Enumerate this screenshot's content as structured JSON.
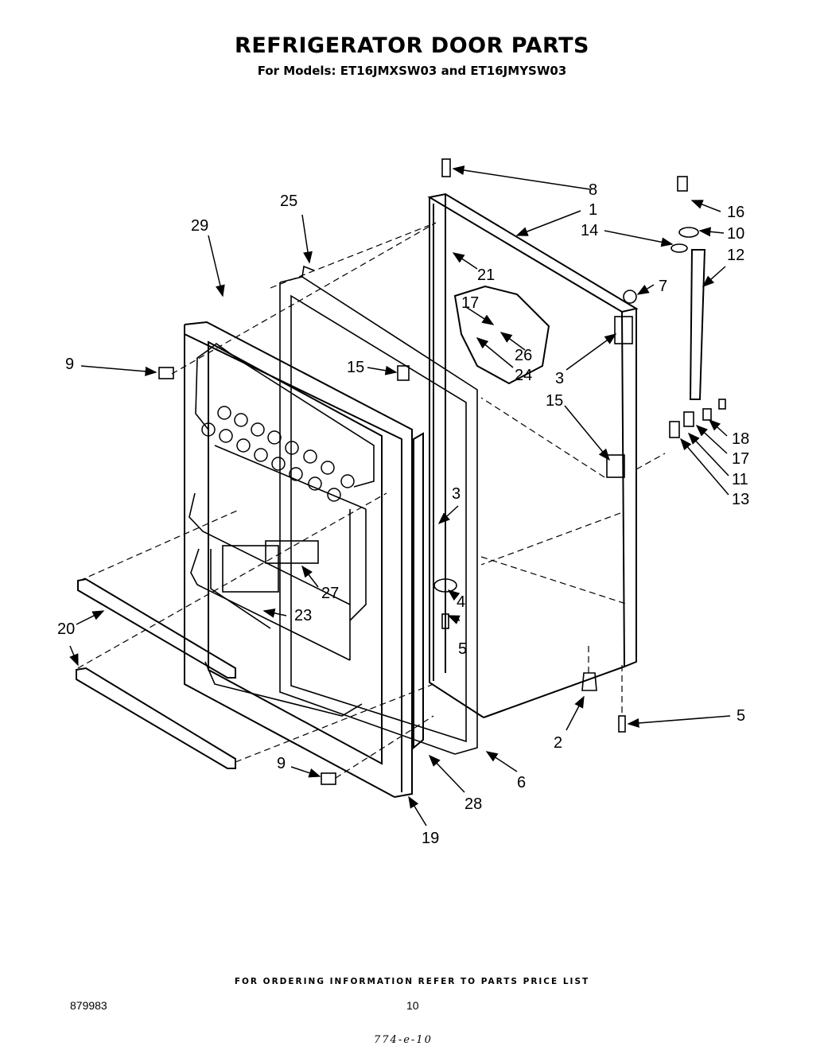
{
  "header": {
    "title": "REFRIGERATOR DOOR PARTS",
    "subtitle": "For Models: ET16JMXSW03 and ET16JMYSW03"
  },
  "callouts": [
    "1",
    "2",
    "3",
    "3",
    "4",
    "5",
    "5",
    "6",
    "7",
    "8",
    "9",
    "9",
    "10",
    "11",
    "12",
    "13",
    "14",
    "15",
    "15",
    "16",
    "17",
    "17",
    "18",
    "19",
    "20",
    "21",
    "23",
    "24",
    "25",
    "26",
    "27",
    "28",
    "29"
  ],
  "footer": {
    "ordering_info": "FOR ORDERING INFORMATION REFER TO PARTS PRICE LIST",
    "code": "879983",
    "page_number": "10",
    "handwritten_note": "774-e-10"
  }
}
